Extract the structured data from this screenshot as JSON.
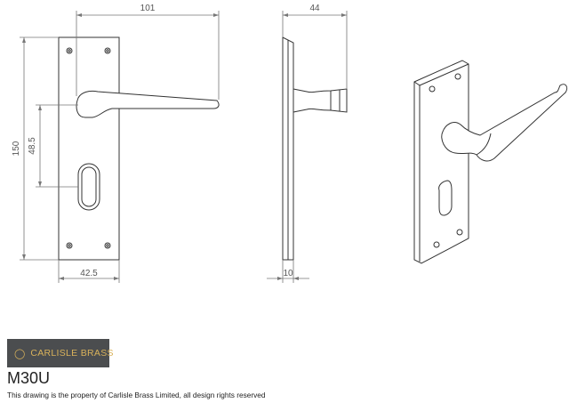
{
  "dimensions": {
    "width_front": "101",
    "depth": "44",
    "height": "150",
    "centres": "48.5",
    "plate_width": "42.5",
    "plate_thickness": "10"
  },
  "brand": {
    "name": "CARLISLE BRASS",
    "background": "#4b4d4f",
    "text_color": "#d9b25b"
  },
  "product_code": "M30U",
  "copyright": "This drawing is the property of Carlisle Brass Limited, all design rights reserved"
}
